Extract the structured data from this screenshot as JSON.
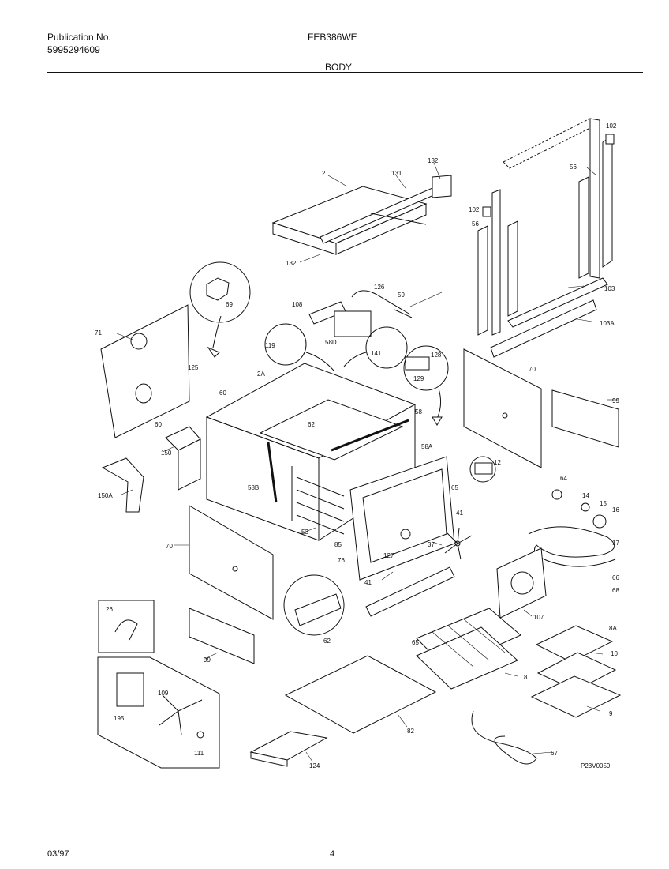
{
  "header": {
    "publication_label": "Publication No.",
    "publication_number": "5995294609",
    "model": "FEB386WE",
    "section": "BODY"
  },
  "footer": {
    "date": "03/97",
    "page": "4"
  },
  "diagram": {
    "figure_id": "P23V0059",
    "callouts": {
      "c2": "2",
      "c131": "131",
      "c132a": "132",
      "c132b": "132",
      "c102a": "102",
      "c102b": "102",
      "c56a": "56",
      "c56b": "56",
      "c103": "103",
      "c103a": "103A",
      "c71": "71",
      "c69": "69",
      "c108": "108",
      "c126": "126",
      "c59": "59",
      "c58d": "58D",
      "c119": "119",
      "c141": "141",
      "c128": "128",
      "c129": "129",
      "c125": "125",
      "c2a": "2A",
      "c60a": "60",
      "c60b": "60",
      "c150": "150",
      "c150a": "150A",
      "c62a": "62",
      "c58": "58",
      "c58a": "58A",
      "c58b": "58B",
      "c12": "12",
      "c70a": "70",
      "c70b": "70",
      "c99a": "99",
      "c99b": "99",
      "c65": "65",
      "c41a": "41",
      "c41b": "41",
      "c53": "53",
      "c37": "37",
      "c85": "85",
      "c76": "76",
      "c127": "127",
      "c64": "64",
      "c14": "14",
      "c15": "15",
      "c16": "16",
      "c17": "17",
      "c66": "66",
      "c68": "68",
      "c107": "107",
      "c26": "26",
      "c62b": "62",
      "c8a": "8A",
      "c10": "10",
      "c65b": "65",
      "c8": "8",
      "c9": "9",
      "c82": "82",
      "c124": "124",
      "c67": "67",
      "c195": "195",
      "c109": "109",
      "c111": "111"
    }
  }
}
